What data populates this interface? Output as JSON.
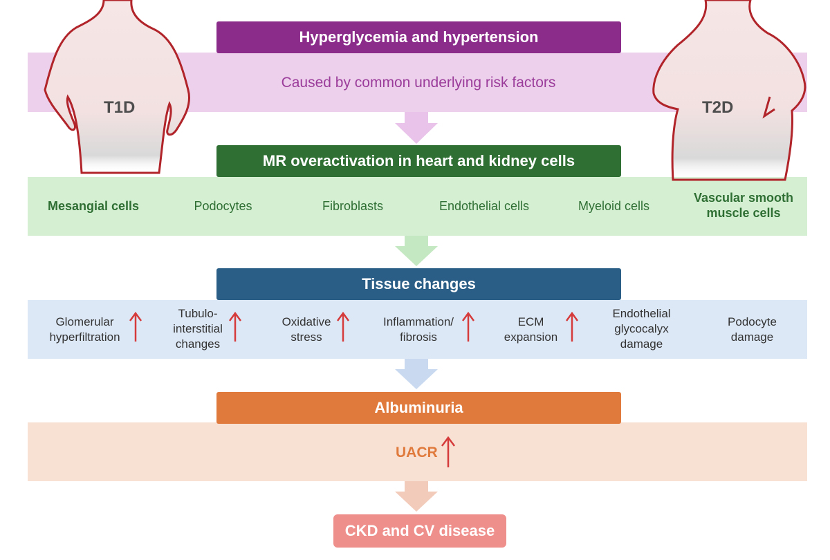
{
  "figures": {
    "left_label": "T1D",
    "right_label": "T2D"
  },
  "stage1": {
    "header": "Hyperglycemia and hypertension",
    "band_text": "Caused by common underlying risk factors",
    "header_color": "#8b2c8a",
    "band_color": "#ecd0ec"
  },
  "stage2": {
    "header": "MR overactivation in heart and kidney cells",
    "cells": [
      "Mesangial cells",
      "Podocytes",
      "Fibroblasts",
      "Endothelial cells",
      "Myeloid cells",
      "Vascular smooth muscle cells"
    ],
    "header_color": "#2f6f34",
    "band_color": "#d5efd3"
  },
  "stage3": {
    "header": "Tissue changes",
    "changes": [
      {
        "text": "Glomerular hyperfiltration",
        "increase": true
      },
      {
        "text": "Tubulo- interstitial changes",
        "increase": true
      },
      {
        "text": "Oxidative stress",
        "increase": true
      },
      {
        "text": "Inflammation/ fibrosis",
        "increase": true
      },
      {
        "text": "ECM expansion",
        "increase": true
      },
      {
        "text": "Endothelial glycocalyx damage",
        "increase": false
      },
      {
        "text": "Podocyte damage",
        "increase": false
      }
    ],
    "header_color": "#2b5e86",
    "band_color": "#dde8f6"
  },
  "stage4": {
    "header": "Albuminuria",
    "band_text": "UACR",
    "header_color": "#e07a3c",
    "band_color": "#f8e0d3"
  },
  "stage5": {
    "header": "CKD and CV disease",
    "header_color": "#ef8f8c"
  },
  "colors": {
    "arrow_up": "#d63b3b",
    "body_outline": "#b0242a"
  }
}
